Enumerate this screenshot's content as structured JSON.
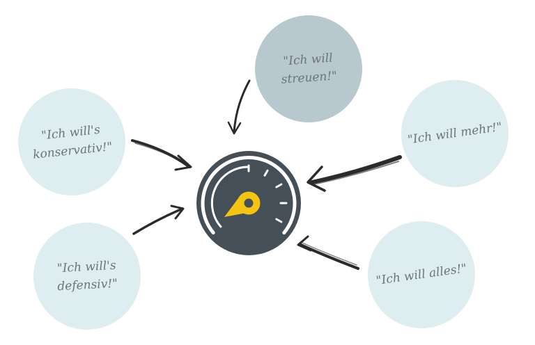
{
  "colors": {
    "bubble_light": "#deedf0",
    "bubble_dark": "#b7c9cf",
    "gauge_body": "#454f58",
    "gauge_ring": "#ffffff",
    "needle": "#f5c311",
    "arrow": "#2b2b2b",
    "text": "#6e7377"
  },
  "center": {
    "icon": "speedometer-icon"
  },
  "bubbles": {
    "konservativ": {
      "text": "\"Ich will's\nkonservativ!\""
    },
    "defensiv": {
      "text": "\"Ich will's\ndefensiv!\""
    },
    "streuen": {
      "text": "\"Ich will\nstreuen!\""
    },
    "mehr": {
      "text": "\"Ich will mehr!\""
    },
    "alles": {
      "text": "\"Ich will alles!\""
    }
  }
}
